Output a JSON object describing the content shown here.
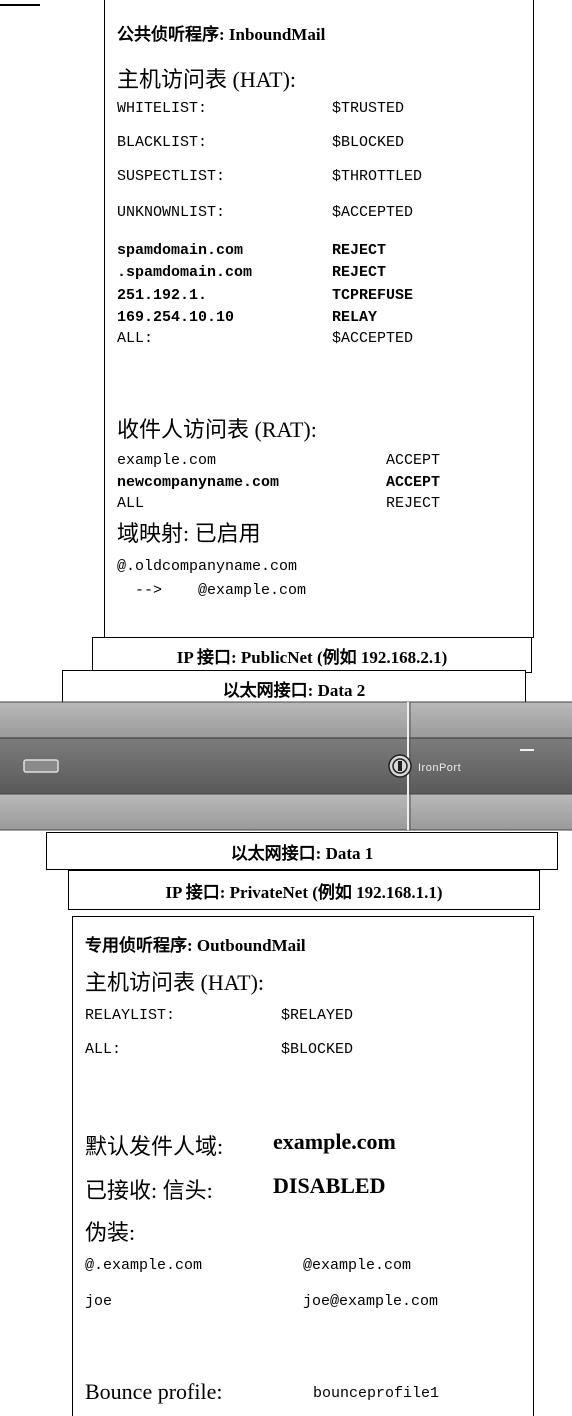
{
  "public_listener": {
    "title": "公共侦听程序: InboundMail",
    "hat_heading": "主机访问表 (HAT):",
    "hat_rows": [
      {
        "host": "WHITELIST:",
        "policy": "$TRUSTED"
      },
      {
        "host": "BLACKLIST:",
        "policy": "$BLOCKED"
      },
      {
        "host": "SUSPECTLIST:",
        "policy": "$THROTTLED"
      },
      {
        "host": "UNKNOWNLIST:",
        "policy": "$ACCEPTED"
      }
    ],
    "hat_bold_rows": [
      {
        "host": "spamdomain.com",
        "policy": "REJECT"
      },
      {
        "host": ".spamdomain.com",
        "policy": "REJECT"
      },
      {
        "host": "251.192.1.",
        "policy": "TCPREFUSE"
      },
      {
        "host": "169.254.10.10",
        "policy": "RELAY"
      }
    ],
    "hat_all": {
      "host": "ALL:",
      "policy": "$ACCEPTED"
    },
    "rat_heading": "收件人访问表 (RAT):",
    "rat_rows": [
      {
        "domain": "example.com",
        "action": "ACCEPT",
        "bold": false
      },
      {
        "domain": "newcompanyname.com",
        "action": "ACCEPT",
        "bold": true
      },
      {
        "domain": "ALL",
        "action": "REJECT",
        "bold": false
      }
    ],
    "domain_map_heading": "域映射: 已启用",
    "domain_map_line1": "@.oldcompanyname.com",
    "domain_map_line2": "  -->    @example.com"
  },
  "ip_public": "IP 接口: PublicNet (例如 192.168.2.1)",
  "eth_public": "以太网接口: Data 2",
  "appliance_brand": "IronPort",
  "eth_private": "以太网接口: Data 1",
  "ip_private": "IP 接口: PrivateNet (例如 192.168.1.1)",
  "private_listener": {
    "title": "专用侦听程序: OutboundMail",
    "hat_heading": "主机访问表 (HAT):",
    "hat_rows": [
      {
        "host": "RELAYLIST:",
        "policy": "$RELAYED"
      },
      {
        "host": "ALL:",
        "policy": "$BLOCKED"
      }
    ],
    "default_sender_label": "默认发件人域:",
    "default_sender_value": "example.com",
    "received_label": "已接收: 信头:",
    "received_value": "DISABLED",
    "masq_heading": "伪装:",
    "masq_rows": [
      {
        "from": "@.example.com",
        "to": "@example.com"
      },
      {
        "from": "joe",
        "to": "joe@example.com"
      }
    ],
    "bounce_label": "Bounce profile:",
    "bounce_value": "bounceprofile1"
  }
}
